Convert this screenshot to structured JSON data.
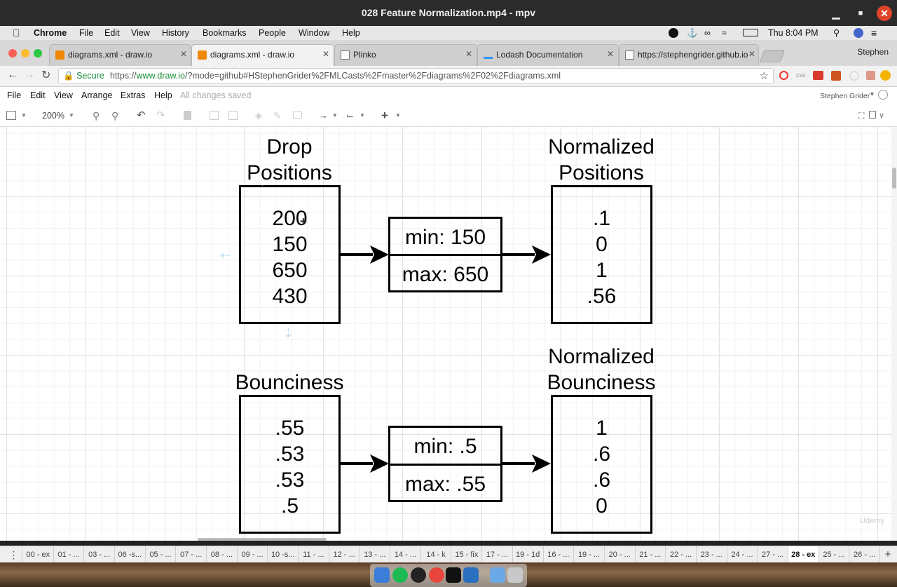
{
  "window": {
    "title": "028 Feature Normalization.mp4 - mpv",
    "controls": {
      "minimize": "▁",
      "maximize": "■",
      "close": "✕"
    }
  },
  "menubar": {
    "app": "Chrome",
    "items": [
      "File",
      "Edit",
      "View",
      "History",
      "Bookmarks",
      "People",
      "Window",
      "Help"
    ],
    "clock": "Thu 8:04 PM"
  },
  "tabs": [
    {
      "label": "diagrams.xml - draw.io",
      "icon": "drawio-icon",
      "active": false
    },
    {
      "label": "diagrams.xml - draw.io",
      "icon": "drawio-icon",
      "active": true
    },
    {
      "label": "Plinko",
      "icon": "page-icon",
      "active": false
    },
    {
      "label": "Lodash Documentation",
      "icon": "lodash-icon",
      "active": false
    },
    {
      "label": "https://stephengrider.github.io",
      "icon": "page-icon",
      "active": false
    }
  ],
  "profile": "Stephen",
  "address": {
    "secure_label": "Secure",
    "scheme": "https://",
    "host": "www.draw.io",
    "path": "/?mode=github#HStephenGrider%2FMLCasts%2Fmaster%2Fdiagrams%2F02%2Fdiagrams.xml"
  },
  "drawio": {
    "menus": [
      "File",
      "Edit",
      "View",
      "Arrange",
      "Extras",
      "Help"
    ],
    "status": "All changes saved",
    "user": "Stephen Grider",
    "zoom": "200%"
  },
  "diagram": {
    "top": {
      "input_title_1": "Drop",
      "input_title_2": "Positions",
      "input_values": [
        "200",
        "150",
        "650",
        "430"
      ],
      "min": "min: 150",
      "max": "max: 650",
      "output_title_1": "Normalized",
      "output_title_2": "Positions",
      "output_values": [
        ".1",
        "0",
        "1",
        ".56"
      ]
    },
    "bottom": {
      "input_title": "Bounciness",
      "input_values": [
        ".55",
        ".53",
        ".53",
        ".5"
      ],
      "min": "min: .5",
      "max": "max: .55",
      "output_title_1": "Normalized",
      "output_title_2": "Bounciness",
      "output_values": [
        "1",
        ".6",
        ".6",
        "0"
      ]
    }
  },
  "watermark": "Udemy",
  "page_tabs": [
    "00 - ex",
    "01 - ...",
    "03 - ...",
    "06 -s...",
    "05 - ...",
    "07 - ...",
    "08 - ...",
    "09 - ...",
    "10 -s...",
    "11 - ...",
    "12 - ...",
    "13 - ...",
    "14 - ...",
    "14 - k",
    "15 - fix",
    "17 - ...",
    "19 - 1d",
    "16 - ...",
    "19 - ...",
    "20 - ...",
    "21 - ...",
    "22 - ...",
    "23 - ...",
    "24 - ...",
    "27 - ...",
    "28 - ex",
    "25 - ...",
    "26 - ..."
  ],
  "active_page_tab": "28 - ex",
  "colors": {
    "secure_green": "#1a8d3a",
    "close_red": "#e0452a"
  }
}
